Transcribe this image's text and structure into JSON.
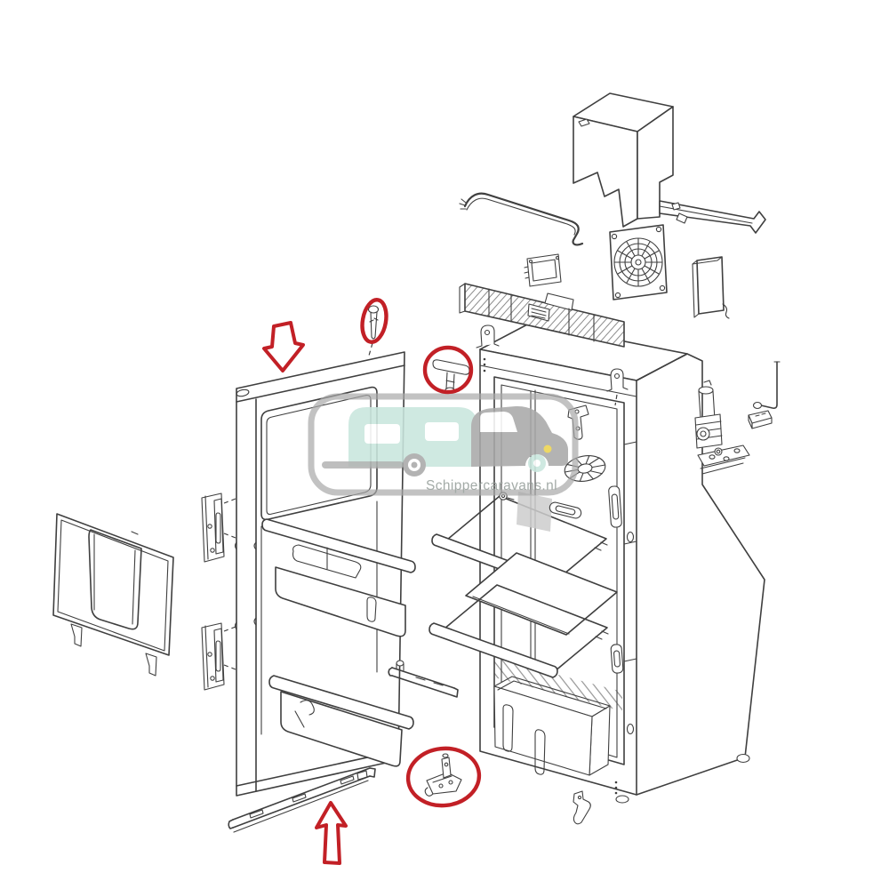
{
  "diagram": {
    "kind": "exploded-parts-diagram",
    "subject": "caravan refrigerator exploded view"
  },
  "watermark": {
    "text": "Schippercaravans.nl"
  },
  "colors": {
    "background": "#ffffff",
    "line": "#3f3f3f",
    "annotation_red": "#c22026",
    "plate_gray": "#cdcdcd",
    "watermark_gray": "#a9a9a9",
    "watermark_teal": "#c9e6de",
    "watermark_text": "#97a09c",
    "watermark_yellow": "#ecd34f"
  },
  "annotations": [
    {
      "shape": "block-arrow-down",
      "target": "door-top-frame"
    },
    {
      "shape": "ellipse",
      "target": "hinge-pin-top"
    },
    {
      "shape": "circle",
      "target": "t-shaped-hinge-pin"
    },
    {
      "shape": "ellipse",
      "target": "bottom-hinge-bracket"
    },
    {
      "shape": "block-arrow-up",
      "target": "bottom-trim-rail"
    }
  ],
  "parts": [
    "flue-cover",
    "wire-harness",
    "cooling-fan",
    "control-board",
    "vent-grille-bar",
    "junction-box",
    "burner-assembly",
    "gas-pipe",
    "connector-block",
    "refrigerator-cabinet",
    "top-hinge-lug-left",
    "top-hinge-lug-right",
    "latch-keeper",
    "interior-vent-wheel",
    "thermostat-screw",
    "evaporator-plate",
    "handle-slot-trim",
    "wire-shelf-upper",
    "drip-tray",
    "wire-shelf-lower",
    "crisper-box",
    "door",
    "door-window-frame",
    "upper-door-bin",
    "lower-door-bin",
    "door-handle-slot",
    "vent-door-panel",
    "hinge-plate-upper",
    "hinge-plate-lower",
    "hinge-pin-top",
    "t-shaped-hinge-pin",
    "bottom-hinge-bracket",
    "bottom-trim-rail",
    "door-bottom-rail",
    "cabinet-foot"
  ]
}
